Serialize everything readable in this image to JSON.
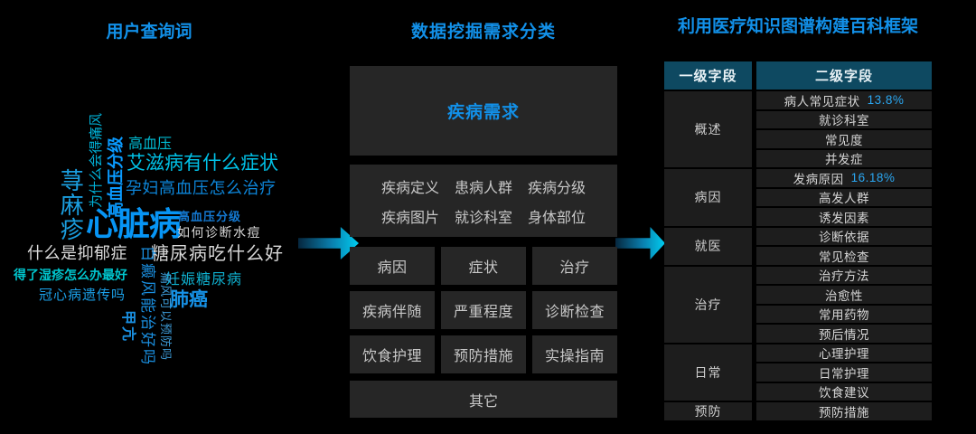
{
  "titles": {
    "left": "用户查询词",
    "middle": "数据挖掘需求分类",
    "right": "利用医疗知识图谱构建百科框架"
  },
  "wordcloud": {
    "words": [
      "为什么会得痛风",
      "高血压分级",
      "高血压",
      "艾滋病有什么症状",
      "孕妇高血压怎么治疗",
      "荨麻疹",
      "心脏病",
      "高血压分级",
      "如何诊断水痘",
      "什么是抑郁症",
      "糖尿病吃什么好",
      "白癜风能治好吗",
      "得了湿疹怎么办最好",
      "冠心病遗传吗",
      "妊娠糖尿病",
      "痛风可以预防吗",
      "肺癌",
      "甲亢"
    ]
  },
  "mining": {
    "need_box": "疾病需求",
    "sub_items": [
      "疾病定义",
      "患病人群",
      "疾病分级",
      "疾病图片",
      "就诊科室",
      "身体部位"
    ],
    "grid": [
      "病因",
      "症状",
      "治疗",
      "疾病伴随",
      "严重程度",
      "诊断检查",
      "饮食护理",
      "预防措施",
      "实操指南"
    ],
    "other": "其它"
  },
  "ptable": {
    "headers": [
      "一级字段",
      "二级字段"
    ],
    "groups": [
      {
        "label": "概述",
        "items": [
          {
            "text": "病人常见症状",
            "percent": "13.8%"
          },
          {
            "text": "就诊科室"
          },
          {
            "text": "常见度"
          },
          {
            "text": "并发症"
          }
        ]
      },
      {
        "label": "病因",
        "items": [
          {
            "text": "发病原因",
            "percent": "16.18%"
          },
          {
            "text": "高发人群"
          },
          {
            "text": "诱发因素"
          }
        ]
      },
      {
        "label": "就医",
        "items": [
          {
            "text": "诊断依据"
          },
          {
            "text": "常见检查"
          }
        ]
      },
      {
        "label": "治疗",
        "items": [
          {
            "text": "治疗方法"
          },
          {
            "text": "治愈性"
          },
          {
            "text": "常用药物"
          },
          {
            "text": "预后情况"
          }
        ]
      },
      {
        "label": "日常",
        "items": [
          {
            "text": "心理护理"
          },
          {
            "text": "日常护理"
          },
          {
            "text": "饮食建议"
          }
        ]
      },
      {
        "label": "预防",
        "items": [
          {
            "text": "预防措施"
          }
        ]
      }
    ]
  },
  "colors": {
    "accent_blue": "#1290e8",
    "percent_blue": "#2aa7f2",
    "cyan": "#00c2e8",
    "table_header_bg": "#0e4961",
    "box_bg": "#262626",
    "background": "#000000"
  }
}
